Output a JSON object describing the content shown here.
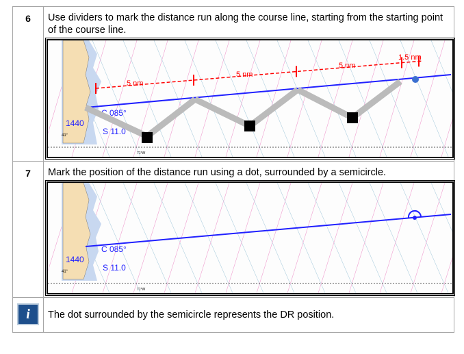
{
  "steps": [
    {
      "number": "6",
      "text": "Use dividers to mark the distance run along the course line, starting from the starting point of the course line.",
      "figure": {
        "time": "1440",
        "course": "C 085°",
        "speed": "S 11.0",
        "segments": [
          "5 nm",
          "5 nm",
          "5 nm"
        ],
        "remainder": "1.5 nm",
        "lat_label": "41°",
        "lon_label": "71°W"
      }
    },
    {
      "number": "7",
      "text": "Mark the position of the distance run using a dot, surrounded by a semicircle.",
      "figure": {
        "time": "1440",
        "course": "C 085°",
        "speed": "S 11.0",
        "lat_label": "41°",
        "lon_label": "71°W"
      }
    }
  ],
  "note": {
    "icon": "info-icon",
    "text": "The dot surrounded by the semicircle represents the DR position."
  },
  "colors": {
    "course_line": "#2020ff",
    "measure": "#ff0000",
    "dot": "#3b6fd0",
    "land": "#f5deb3",
    "shallow": "#c8d8f0"
  }
}
